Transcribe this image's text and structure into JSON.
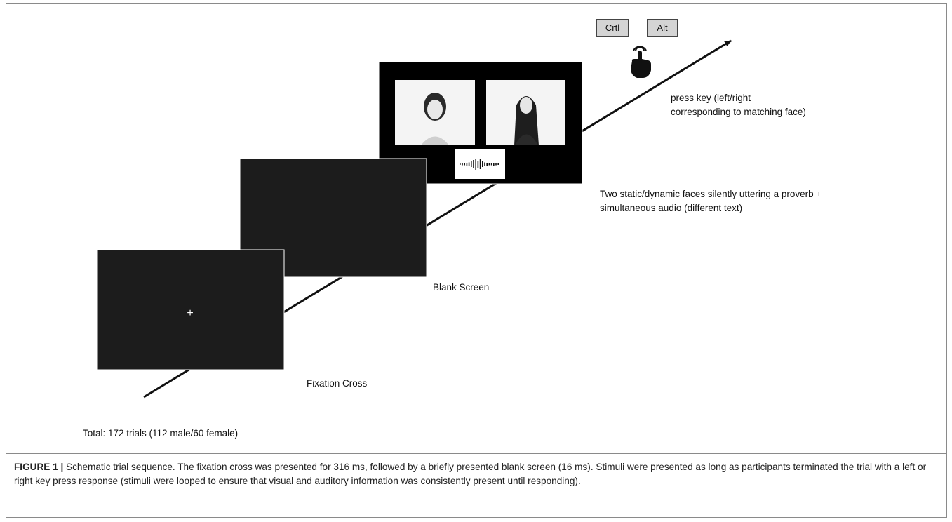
{
  "keys": {
    "left": "Crtl",
    "right": "Alt"
  },
  "icons": {
    "pointer": "pointing-hand-icon",
    "audio": "audio-waveform-icon"
  },
  "labels": {
    "fixation_plus": "+",
    "fixation": "Fixation Cross",
    "blank": "Blank Screen",
    "stimuli_line1": "Two static/dynamic faces silently uttering a proverb +",
    "stimuli_line2": "simultaneous audio (different text)",
    "press_line1": "press key (left/right",
    "press_line2": "corresponding to matching face)",
    "total": "Total: 172 trials (112 male/60 female)"
  },
  "caption": {
    "label": "FIGURE 1 |",
    "text": " Schematic trial sequence. The fixation cross was presented for 316 ms, followed by a briefly presented blank screen (16 ms). Stimuli were presented as long as participants terminated the trial with a left or right key press response (stimuli were looped to ensure that visual and auditory information was consistently present until responding)."
  },
  "colors": {
    "screen": "#1c1c1c",
    "stimulus_screen": "#000000",
    "key_fill": "#d4d4d4",
    "arrow": "#111111"
  }
}
